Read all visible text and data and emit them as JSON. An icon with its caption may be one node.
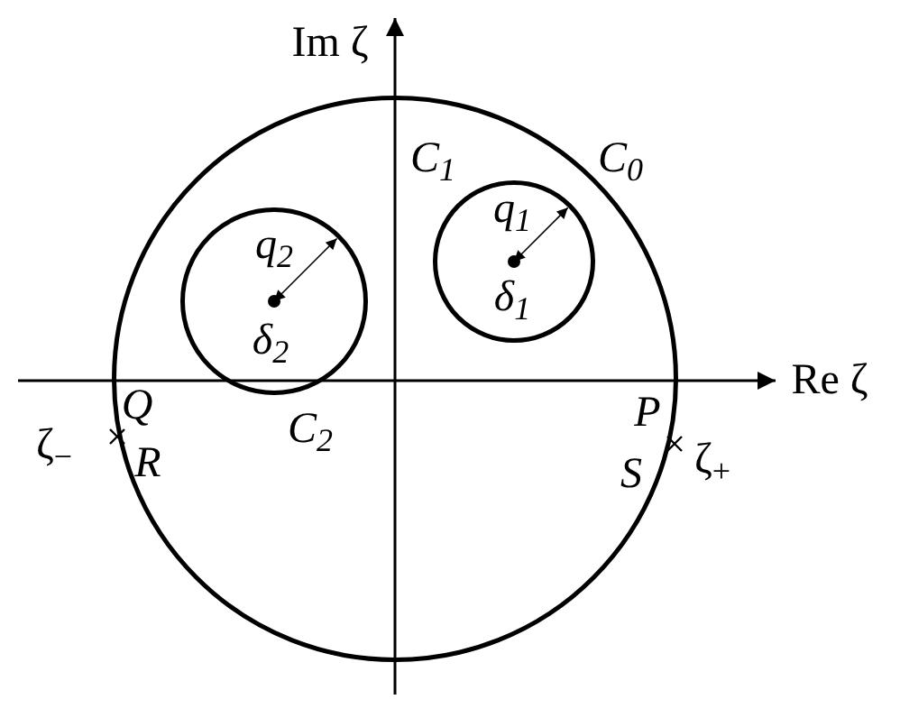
{
  "diagram": {
    "nodes": [
      {
        "text": [],
        "shape": "circle",
        "beside": [
          "C$_{0}$"
        ]
      },
      {
        "text": [],
        "shape": "circle",
        "in": 0,
        "beside": [
          "C$_{1}$"
        ]
      },
      {
        "text": [],
        "shape": "circle",
        "in": 0,
        "beside": [
          "C$_{2}$"
        ]
      }
    ],
    "labels": [
      "Im ζ",
      "q$_{2}$",
      "δ$_{2}$",
      "q$_{1}$",
      "δ$_{1}$",
      "Re ζ",
      "Q",
      "ζ$_{−}$",
      "R",
      "P",
      "S",
      "ζ$_{+}$"
    ]
  }
}
